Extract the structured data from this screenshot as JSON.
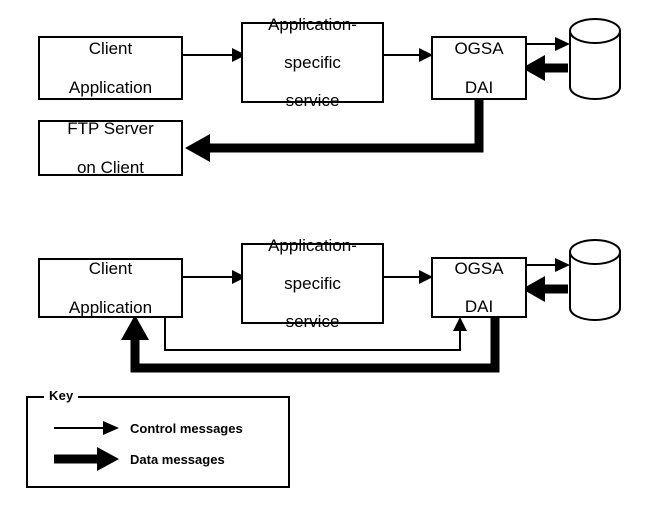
{
  "diagram": {
    "title_present": false,
    "colors": {
      "stroke": "#000000",
      "fill": "#ffffff",
      "background": "#ffffff"
    },
    "scenarios": [
      {
        "name": "third-party-delivery",
        "nodes": [
          {
            "id": "client-app-top",
            "label": "Client\nApplication",
            "line1": "Client",
            "line2": "Application"
          },
          {
            "id": "ftp-server",
            "label": "FTP Server\non Client",
            "line1": "FTP Server",
            "line2": "on Client"
          },
          {
            "id": "app-service-top",
            "label": "Application-\nspecific\nservice",
            "line1": "Application-",
            "line2": "specific",
            "line3": "service"
          },
          {
            "id": "ogsa-dai-top",
            "label": "OGSA\nDAI",
            "line1": "OGSA",
            "line2": "DAI"
          },
          {
            "id": "database-top",
            "label": "database-cylinder"
          }
        ],
        "edges": [
          {
            "from": "client-app-top",
            "to": "app-service-top",
            "kind": "control"
          },
          {
            "from": "app-service-top",
            "to": "ogsa-dai-top",
            "kind": "control"
          },
          {
            "from": "ogsa-dai-top",
            "to": "database-top",
            "kind": "control"
          },
          {
            "from": "database-top",
            "to": "ogsa-dai-top",
            "kind": "data"
          },
          {
            "from": "ogsa-dai-top",
            "to": "ftp-server",
            "kind": "data"
          }
        ]
      },
      {
        "name": "direct-delivery",
        "nodes": [
          {
            "id": "client-app-bottom",
            "label": "Client\nApplication",
            "line1": "Client",
            "line2": "Application"
          },
          {
            "id": "app-service-bottom",
            "label": "Application-\nspecific\nservice",
            "line1": "Application-",
            "line2": "specific",
            "line3": "service"
          },
          {
            "id": "ogsa-dai-bottom",
            "label": "OGSA\nDAI",
            "line1": "OGSA",
            "line2": "DAI"
          },
          {
            "id": "database-bottom",
            "label": "database-cylinder"
          }
        ],
        "edges": [
          {
            "from": "client-app-bottom",
            "to": "app-service-bottom",
            "kind": "control"
          },
          {
            "from": "app-service-bottom",
            "to": "ogsa-dai-bottom",
            "kind": "control"
          },
          {
            "from": "ogsa-dai-bottom",
            "to": "database-bottom",
            "kind": "control"
          },
          {
            "from": "database-bottom",
            "to": "ogsa-dai-bottom",
            "kind": "data"
          },
          {
            "from": "client-app-bottom",
            "to": "ogsa-dai-bottom",
            "kind": "control",
            "routing": "below"
          },
          {
            "from": "ogsa-dai-bottom",
            "to": "client-app-bottom",
            "kind": "data",
            "routing": "below"
          }
        ]
      }
    ]
  },
  "key": {
    "title": "Key",
    "entries": [
      {
        "id": "control",
        "label": "Control messages",
        "style": "thin-arrow"
      },
      {
        "id": "data",
        "label": "Data messages",
        "style": "thick-arrow"
      }
    ]
  }
}
